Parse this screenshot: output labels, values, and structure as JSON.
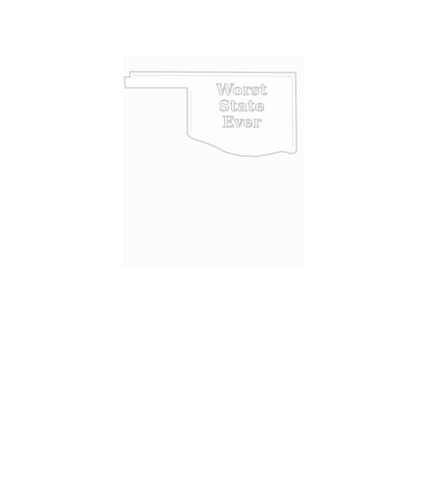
{
  "slogan": {
    "line1": "Worst",
    "line2": "State",
    "line3": "Ever"
  },
  "colors": {
    "background": "#ffffff",
    "outline": "#d2d2d2",
    "text_fill": "#f7f7f7",
    "text_stroke": "#c8c8c8"
  },
  "icon": "oklahoma-state-outline"
}
